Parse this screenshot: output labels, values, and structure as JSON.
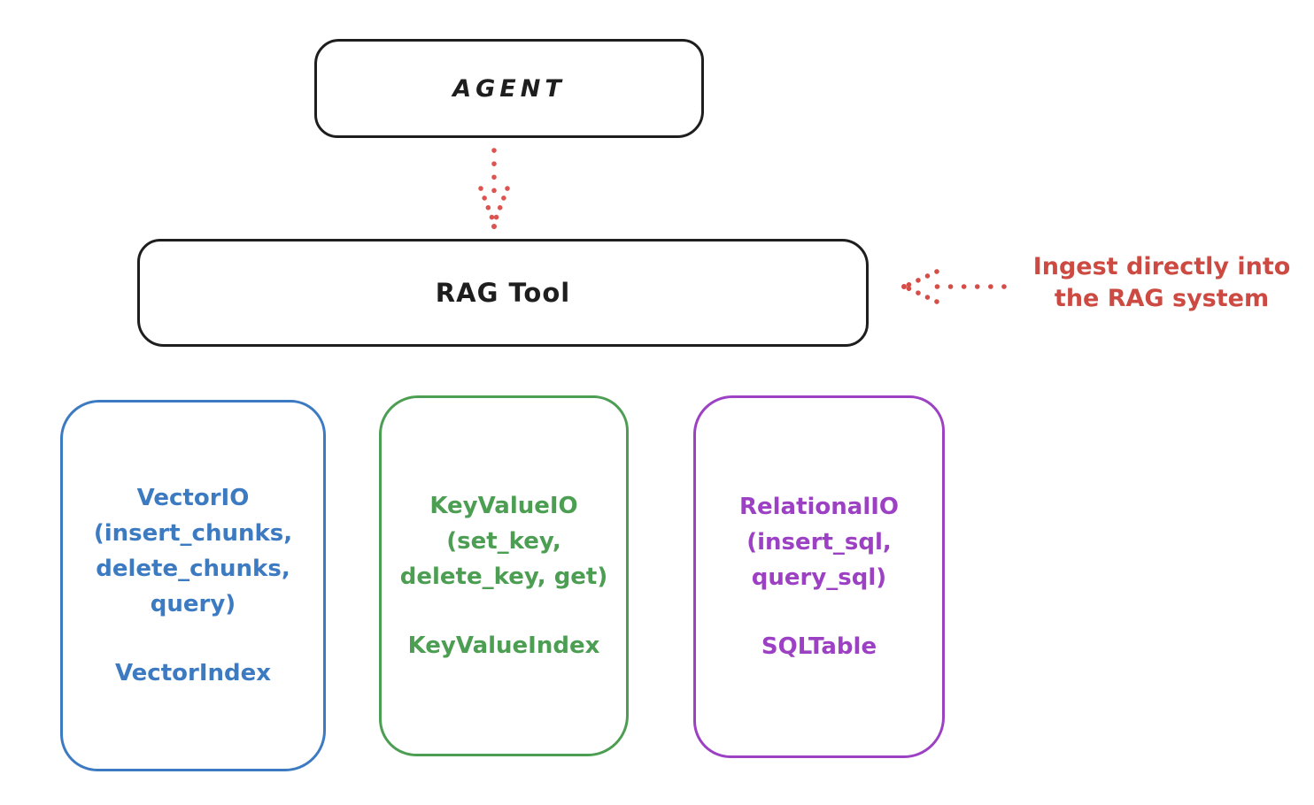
{
  "diagram": {
    "background_color": "#ffffff",
    "agent_box": {
      "label": "AGENT",
      "border_color": "#1e1e1e"
    },
    "rag_tool_box": {
      "label": "RAG Tool",
      "border_color": "#1e1e1e"
    },
    "annotation": {
      "lines": [
        "Ingest directly into",
        "the RAG system"
      ],
      "color": "#cd4a42"
    },
    "arrows": {
      "agent_to_rag": {
        "style": "dotted",
        "direction": "down",
        "color": "#dd5350"
      },
      "annotation_to_rag": {
        "style": "dotted",
        "direction": "left",
        "color": "#d54d47"
      }
    },
    "io_boxes": [
      {
        "name": "VectorIO",
        "color": "#3c7ac2",
        "lines": [
          "VectorIO",
          "(insert_chunks,",
          "delete_chunks,",
          "query)"
        ],
        "index_label": "VectorIndex"
      },
      {
        "name": "KeyValueIO",
        "color": "#4c9e52",
        "lines": [
          "KeyValueIO",
          "(set_key,",
          "delete_key, get)"
        ],
        "index_label": "KeyValueIndex"
      },
      {
        "name": "RelationalIO",
        "color": "#9c40c4",
        "lines": [
          "RelationalIO",
          "(insert_sql,",
          "query_sql)"
        ],
        "index_label": "SQLTable"
      }
    ]
  }
}
